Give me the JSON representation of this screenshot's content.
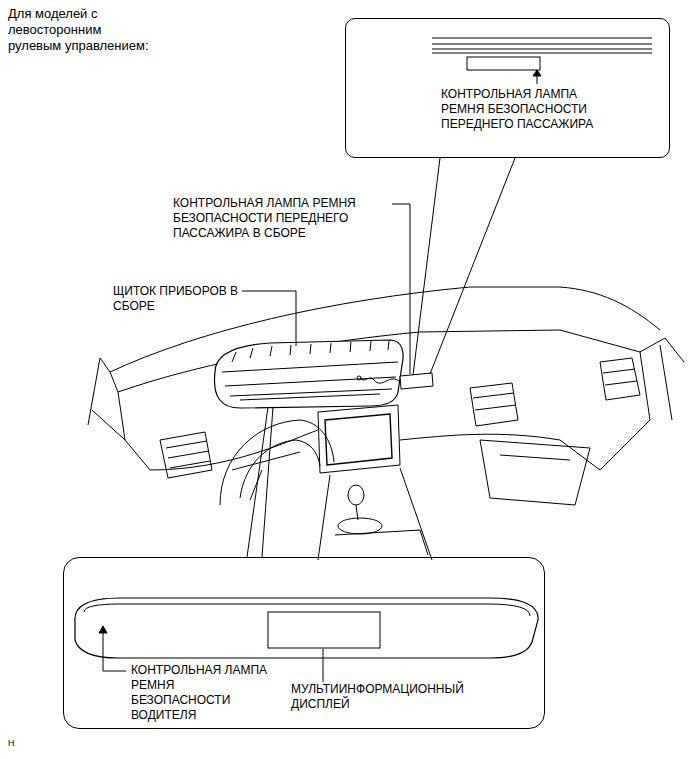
{
  "diagram": {
    "nodes": [
      {
        "text": [
          "КОНТРОЛЬНАЯ ЛАМПА РЕМНЯ БЕЗОПАСНОСТИ ПЕРЕДНЕГО ПАССАЖИРА"
        ]
      },
      {
        "text": [
          "КОНТРОЛЬНАЯ ЛАМПА РЕМНЯ БЕЗОПАСНОСТИ ВОДИТЕЛЯ",
          "МУЛЬТИИНФОРМАЦИОННЫЙ ДИСПЛЕЙ"
        ]
      }
    ],
    "labels": [
      "Для моделей с левосторонним рулевым управлением:",
      "КОНТРОЛЬНАЯ ЛАМПА РЕМНЯ БЕЗОПАСНОСТИ ПЕРЕДНЕГО ПАССАЖИРА В СБОРЕ",
      "ЩИТОК ПРИБОРОВ В СБОРЕ",
      "H"
    ]
  }
}
